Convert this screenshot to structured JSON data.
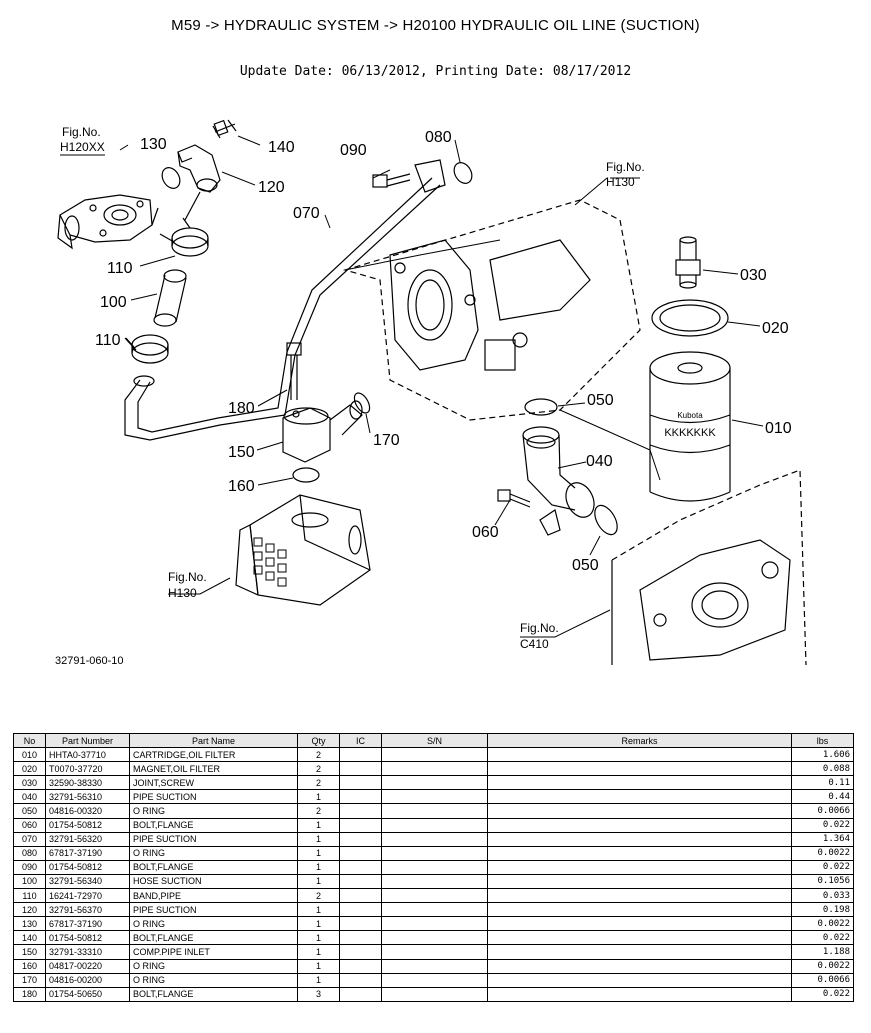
{
  "header": {
    "title": "M59 -> HYDRAULIC SYSTEM -> H20100 HYDRAULIC OIL LINE (SUCTION)",
    "dates": "Update Date: 06/13/2012, Printing Date: 08/17/2012"
  },
  "diagram": {
    "drawing_number": "32791-060-10",
    "callouts": [
      "130",
      "140",
      "120",
      "070",
      "110",
      "100",
      "110",
      "180",
      "150",
      "160",
      "090",
      "080",
      "170",
      "050",
      "040",
      "060",
      "050",
      "030",
      "020",
      "010"
    ],
    "fig_refs": [
      {
        "label": "Fig.No.",
        "ref": "H120XX"
      },
      {
        "label": "Fig.No.",
        "ref": "H130"
      },
      {
        "label": "Fig.No.",
        "ref": "H130"
      },
      {
        "label": "Fig.No.",
        "ref": "C410"
      }
    ],
    "filter_brand": "KKKKKKK",
    "filter_logo": "Kubota"
  },
  "table": {
    "columns": [
      "No",
      "Part Number",
      "Part Name",
      "Qty",
      "IC",
      "S/N",
      "Remarks",
      "lbs"
    ],
    "rows": [
      [
        "010",
        "HHTA0-37710",
        "CARTRIDGE,OIL FILTER",
        "2",
        "",
        "",
        "",
        "1.606"
      ],
      [
        "020",
        "T0070-37720",
        "MAGNET,OIL FILTER",
        "2",
        "",
        "",
        "",
        "0.088"
      ],
      [
        "030",
        "32590-38330",
        "JOINT,SCREW",
        "2",
        "",
        "",
        "",
        "0.11"
      ],
      [
        "040",
        "32791-56310",
        "PIPE SUCTION",
        "1",
        "",
        "",
        "",
        "0.44"
      ],
      [
        "050",
        "04816-00320",
        "O RING",
        "2",
        "",
        "",
        "",
        "0.0066"
      ],
      [
        "060",
        "01754-50812",
        "BOLT,FLANGE",
        "1",
        "",
        "",
        "",
        "0.022"
      ],
      [
        "070",
        "32791-56320",
        "PIPE SUCTION",
        "1",
        "",
        "",
        "",
        "1.364"
      ],
      [
        "080",
        "67817-37190",
        "O RING",
        "1",
        "",
        "",
        "",
        "0.0022"
      ],
      [
        "090",
        "01754-50812",
        "BOLT,FLANGE",
        "1",
        "",
        "",
        "",
        "0.022"
      ],
      [
        "100",
        "32791-56340",
        "HOSE SUCTION",
        "1",
        "",
        "",
        "",
        "0.1056"
      ],
      [
        "110",
        "16241-72970",
        "BAND,PIPE",
        "2",
        "",
        "",
        "",
        "0.033"
      ],
      [
        "120",
        "32791-56370",
        "PIPE SUCTION",
        "1",
        "",
        "",
        "",
        "0.198"
      ],
      [
        "130",
        "67817-37190",
        "O RING",
        "1",
        "",
        "",
        "",
        "0.0022"
      ],
      [
        "140",
        "01754-50812",
        "BOLT,FLANGE",
        "1",
        "",
        "",
        "",
        "0.022"
      ],
      [
        "150",
        "32791-33310",
        "COMP.PIPE INLET",
        "1",
        "",
        "",
        "",
        "1.188"
      ],
      [
        "160",
        "04817-00220",
        "O RING",
        "1",
        "",
        "",
        "",
        "0.0022"
      ],
      [
        "170",
        "04816-00200",
        "O RING",
        "1",
        "",
        "",
        "",
        "0.0066"
      ],
      [
        "180",
        "01754-50650",
        "BOLT,FLANGE",
        "3",
        "",
        "",
        "",
        "0.022"
      ]
    ]
  }
}
